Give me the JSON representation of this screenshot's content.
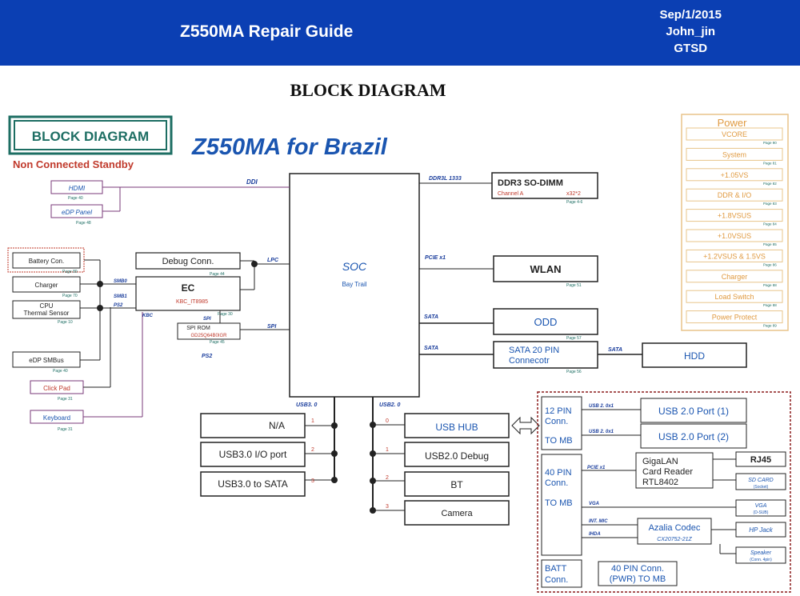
{
  "header": {
    "title": "Z550MA Repair Guide",
    "date": "Sep/1/2015",
    "author": "John_jin",
    "dept": "GTSD"
  },
  "page_heading": "BLOCK DIAGRAM",
  "diagram": {
    "badge": "BLOCK DIAGRAM",
    "subtitle": "Non Connected Standby",
    "model_title": "Z550MA for Brazil",
    "soc": {
      "label": "SOC",
      "sub": "Bay Trail"
    },
    "left": {
      "hdmi": "HDMI",
      "hdmi_page": "Page 40",
      "edp": "eDP Panel",
      "edp_page": "Page 48",
      "ddi": "DDI",
      "battery": "Battery Con.",
      "battery_page": "Page 89",
      "charger": "Charger",
      "charger_page": "Page 70",
      "cpu_thermal_1": "CPU",
      "cpu_thermal_2": "Thermal Sensor",
      "cpu_thermal_page": "Page 10",
      "edp_smbus": "eDP SMBus",
      "edp_smbus_page": "Page 40",
      "clickpad": "Click Pad",
      "clickpad_page": "Page 31",
      "keyboard": "Keyboard",
      "keyboard_page": "Page 31",
      "debug": "Debug Conn.",
      "debug_page": "Page 44",
      "ec": "EC",
      "ec_sub": "KBC_IT8985",
      "spirom_1": "SPI ROM",
      "spirom_2": "GD25Q64B0IGR",
      "spirom_page": "Page 45",
      "lpc": "LPC",
      "spi": "SPI",
      "spi2": "SPI",
      "ps2": "PS2",
      "smb0": "SMB0",
      "smb1": "SMB1",
      "ps2b": "PS2",
      "kbc": "KBC",
      "page30": "Page 30"
    },
    "right": {
      "ddr_bus": "DDR3L 1333",
      "ddr": "DDR3 SO-DIMM",
      "ddr_ch": "Channel A",
      "ddr_width": "x32*2",
      "ddr_page": "Page 4-6",
      "pcie": "PCIE x1",
      "wlan": "WLAN",
      "wlan_page": "Page 51",
      "sata1": "SATA",
      "odd": "ODD",
      "odd_page": "Page 57",
      "sata2": "SATA",
      "sata_conn_1": "SATA 20 PIN",
      "sata_conn_2": "Connecotr",
      "sata_conn_page": "Page 56",
      "sata3": "SATA",
      "hdd": "HDD"
    },
    "usb": {
      "usb3_bus": "USB3. 0",
      "usb2_bus": "USB2. 0",
      "na": "N/A",
      "usb30_io": "USB3.0 I/O port",
      "usb30_sata": "USB3.0 to SATA",
      "n1": "1",
      "n2": "2",
      "n3": "3",
      "usbhub": "USB HUB",
      "usb20debug": "USB2.0 Debug",
      "bt": "BT",
      "camera": "Camera",
      "m0": "0",
      "m1": "1",
      "m2": "2",
      "m3": "3"
    },
    "power": {
      "title": "Power",
      "items": [
        "VCORE",
        "System",
        "+1.05VS",
        "DDR & I/O",
        "+1.8VSUS",
        "+1.0VSUS",
        "+1.2VSUS & 1.5VS",
        "Charger",
        "Load Switch",
        "Power Protect"
      ],
      "pages": [
        "Page 90",
        "Page 81",
        "Page 82",
        "Page 83",
        "Page 84",
        "Page 85",
        "Page 86",
        "Page 88",
        "Page 88",
        "Page 89"
      ]
    },
    "daughter": {
      "pin12_1": "12 PIN",
      "pin12_2": "Conn.",
      "pin12_3": "TO MB",
      "usbx1a": "USB 2. 0x1",
      "usbx1b": "USB 2. 0x1",
      "port1": "USB 2.0 Port (1)",
      "port2": "USB 2.0 Port (2)",
      "pin40_1": "40 PIN",
      "pin40_2": "Conn.",
      "pin40_3": "TO MB",
      "pcie": "PCIE x1",
      "lan_1": "GigaLAN",
      "lan_2": "Card Reader",
      "lan_3": "RTL8402",
      "rj45": "RJ45",
      "sdcard": "SD CARD",
      "sdcard_sub": "(Socket)",
      "vga_bus": "VGA",
      "vga": "VGA",
      "vga_sub": "(D-SUB)",
      "intmic": "INT. MIC",
      "hda": "IHDA",
      "audio_1": "Azalia Codec",
      "audio_2": "CX20752-21Z",
      "hpjack": "HP Jack",
      "speaker": "Speaker",
      "speaker_sub": "(Conn. 4pin)",
      "batt_1": "BATT",
      "batt_2": "Conn.",
      "pwr_1": "40 PIN Conn.",
      "pwr_2": "(PWR) TO MB"
    }
  }
}
